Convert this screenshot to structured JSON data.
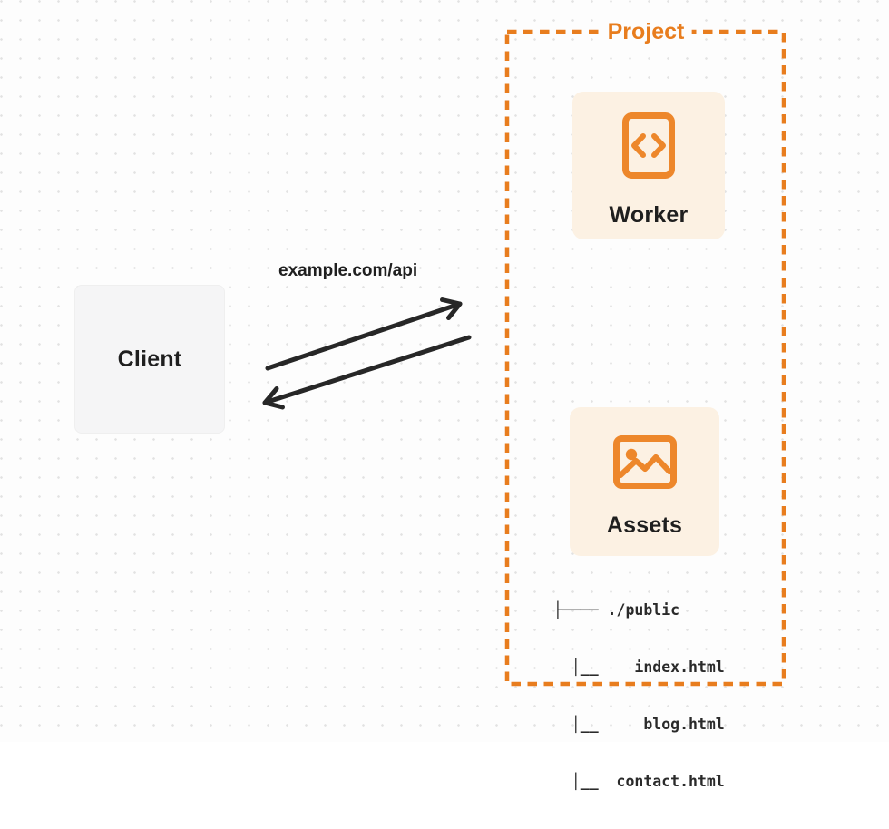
{
  "diagram": {
    "background": {
      "page_color": "#FDFDFD",
      "dot_color": "#E2E2E2"
    },
    "client": {
      "label": "Client",
      "fill": "#F5F5F6"
    },
    "request": {
      "label": "example.com/api",
      "arrow_color": "#272727"
    },
    "project": {
      "label": "Project",
      "accent_color": "#E87D1E",
      "nodes": {
        "worker": {
          "label": "Worker",
          "icon": "code-icon",
          "fill": "#FCF1E3",
          "icon_color": "#ED872B"
        },
        "assets": {
          "label": "Assets",
          "icon": "image-icon",
          "fill": "#FCF1E3",
          "icon_color": "#ED872B"
        }
      },
      "file_tree": {
        "lines": [
          "├──── ./public",
          "  │__    index.html",
          "  │__     blog.html",
          "  │__  contact.html"
        ]
      }
    }
  }
}
